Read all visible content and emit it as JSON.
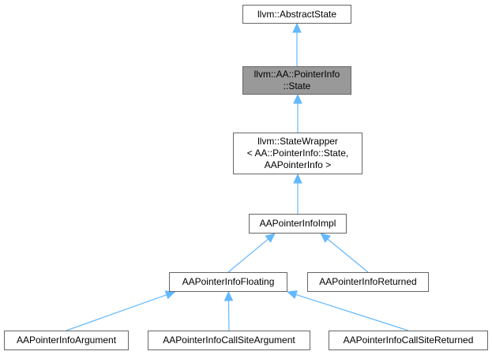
{
  "diagram": {
    "edge_color": "#63b8ff",
    "current_node_fill": "#999999",
    "nodes": [
      {
        "id": "abstract_state",
        "lines": [
          "llvm::AbstractState"
        ]
      },
      {
        "id": "pointerinfo_state",
        "lines": [
          "llvm::AA::PointerInfo",
          "::State"
        ],
        "current": true
      },
      {
        "id": "state_wrapper",
        "lines": [
          "llvm::StateWrapper",
          "< AA::PointerInfo::State,",
          "AAPointerInfo >"
        ]
      },
      {
        "id": "impl",
        "lines": [
          "AAPointerInfoImpl"
        ]
      },
      {
        "id": "floating",
        "lines": [
          "AAPointerInfoFloating"
        ]
      },
      {
        "id": "returned",
        "lines": [
          "AAPointerInfoReturned"
        ]
      },
      {
        "id": "argument",
        "lines": [
          "AAPointerInfoArgument"
        ]
      },
      {
        "id": "callsite_argument",
        "lines": [
          "AAPointerInfoCallSiteArgument"
        ]
      },
      {
        "id": "callsite_returned",
        "lines": [
          "AAPointerInfoCallSiteReturned"
        ]
      }
    ],
    "edges": [
      {
        "from": "pointerinfo_state",
        "to": "abstract_state"
      },
      {
        "from": "state_wrapper",
        "to": "pointerinfo_state"
      },
      {
        "from": "impl",
        "to": "state_wrapper"
      },
      {
        "from": "floating",
        "to": "impl"
      },
      {
        "from": "returned",
        "to": "impl"
      },
      {
        "from": "argument",
        "to": "floating"
      },
      {
        "from": "callsite_argument",
        "to": "floating"
      },
      {
        "from": "callsite_returned",
        "to": "floating"
      }
    ]
  }
}
